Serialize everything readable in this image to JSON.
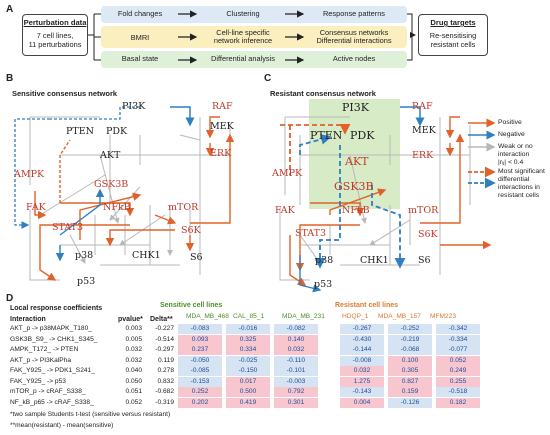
{
  "panel_a": {
    "letter": "A",
    "perturbation_title": "Perturbation data",
    "perturbation_line1": "7 cell lines,",
    "perturbation_line2": "11 perturbations",
    "rows": [
      {
        "method": "Fold changes",
        "step2": "Clustering",
        "result": "Response patterns",
        "color": "#dde9f5"
      },
      {
        "method": "BMRI",
        "step2_line1": "Cell-line specific",
        "step2_line2": "network inference",
        "result_line1": "Consensus networks",
        "result_line2": "Differential interactions",
        "color": "#fbeebf"
      },
      {
        "method": "Basal state",
        "step2": "Differential analysis",
        "result": "Active nodes",
        "color": "#dff0d8"
      }
    ],
    "drug_title": "Drug targets",
    "drug_line1": "Re-sensitising",
    "drug_line2": "resistant cells"
  },
  "panel_b": {
    "letter": "B",
    "title": "Sensitive consensus network"
  },
  "panel_c": {
    "letter": "C",
    "title": "Resistant consensus network"
  },
  "nodes": {
    "pi3k": "PI3K",
    "raf": "RAF",
    "pten": "PTEN",
    "pdk": "PDK",
    "mek": "MEK",
    "akt": "AKT",
    "erk": "ERK",
    "ampk": "AMPK",
    "gsk3b": "GSK3B",
    "fak": "FAK",
    "nfkb": "NFkB",
    "mtor": "mTOR",
    "stat3": "STAT3",
    "s6k": "S6K",
    "p38": "p38",
    "chk1": "CHK1",
    "s6": "S6",
    "p53": "p53"
  },
  "legend": {
    "positive": "Positive",
    "negative": "Negative",
    "weak_line1": "Weak or no",
    "weak_line2": "interaction",
    "weak_line3": "|rᵢⱼ| < 0.4",
    "sig_line1": "Most significant",
    "sig_line2": "differential",
    "sig_line3": "interactions in",
    "sig_line4": "resistant cells"
  },
  "colors": {
    "positive": "#e0622a",
    "negative": "#2f7fc1",
    "weak": "#b8b8b8",
    "green_highlight": "#d6ebc6",
    "cell_red": "#f7c6cf",
    "cell_blue": "#d5e3f3",
    "sensitive_header": "#4a8f2a",
    "resistant_header": "#d97a2b"
  },
  "panel_d": {
    "letter": "D",
    "title": "Local response coefficients",
    "sensitive_header": "Sensitive cell lines",
    "resistant_header": "Resistant cell lines",
    "col_interaction": "Interaction",
    "col_pvalue": "pvalue*",
    "col_delta": "Delta**",
    "cell_lines": [
      "MDA_MB_468",
      "CAL_85_1",
      "MDA_MB_231",
      "HDQP_1",
      "MDA_MB_157",
      "MFM223"
    ],
    "rows": [
      {
        "interaction": "AKT_p -> p38MAPK_T180_",
        "pvalue": "0.003",
        "delta": "-0.227",
        "values": [
          "-0.083",
          "-0.016",
          "-0.082",
          "-0.267",
          "-0.252",
          "-0.342"
        ],
        "shade": [
          "b",
          "b",
          "b",
          "b",
          "b",
          "b"
        ]
      },
      {
        "interaction": "GSK3B_S9_ -> CHK1_S345_",
        "pvalue": "0.005",
        "delta": "-0.514",
        "values": [
          "0.093",
          "0.325",
          "0.140",
          "-0.430",
          "-0.219",
          "-0.334"
        ],
        "shade": [
          "r",
          "r",
          "r",
          "b",
          "b",
          "b"
        ]
      },
      {
        "interaction": "AMPK_T172_ -> PTEN",
        "pvalue": "0.032",
        "delta": "-0.297",
        "values": [
          "0.237",
          "0.334",
          "0.032",
          "-0.144",
          "-0.068",
          "-0.077"
        ],
        "shade": [
          "r",
          "r",
          "r",
          "b",
          "b",
          "b"
        ]
      },
      {
        "interaction": "AKT_p -> PI3KalPha",
        "pvalue": "0.032",
        "delta": "0.119",
        "values": [
          "-0.050",
          "-0.025",
          "-0.110",
          "-0.008",
          "0.100",
          "0.052"
        ],
        "shade": [
          "b",
          "b",
          "b",
          "b",
          "r",
          "r"
        ]
      },
      {
        "interaction": "FAK_Y925_ -> PDK1_S241_",
        "pvalue": "0.040",
        "delta": "0.278",
        "values": [
          "-0.085",
          "-0.150",
          "-0.101",
          "0.032",
          "0.305",
          "0.249"
        ],
        "shade": [
          "b",
          "b",
          "b",
          "r",
          "r",
          "r"
        ]
      },
      {
        "interaction": "FAK_Y925_ -> p53",
        "pvalue": "0.050",
        "delta": "0.832",
        "values": [
          "-0.153",
          "0.017",
          "-0.003",
          "1.275",
          "0.827",
          "0.255"
        ],
        "shade": [
          "b",
          "r",
          "b",
          "r",
          "r",
          "r"
        ]
      },
      {
        "interaction": "mTOR_p -> cRAF_S338_",
        "pvalue": "0.051",
        "delta": "-0.682",
        "values": [
          "0.252",
          "0.500",
          "0.792",
          "-0.143",
          "0.159",
          "-0.518"
        ],
        "shade": [
          "r",
          "r",
          "r",
          "b",
          "r",
          "b"
        ]
      },
      {
        "interaction": "NF_kB_p65 -> cRAF_S338_",
        "pvalue": "0.052",
        "delta": "-0.319",
        "values": [
          "0.202",
          "0.419",
          "0.301",
          "0.004",
          "-0.126",
          "0.182"
        ],
        "shade": [
          "r",
          "r",
          "r",
          "r",
          "b",
          "r"
        ]
      }
    ],
    "footnote1": "*two sample Students t-test (sensitive versus resistant)",
    "footnote2": "**mean(resistant) - mean(sensitive)"
  }
}
